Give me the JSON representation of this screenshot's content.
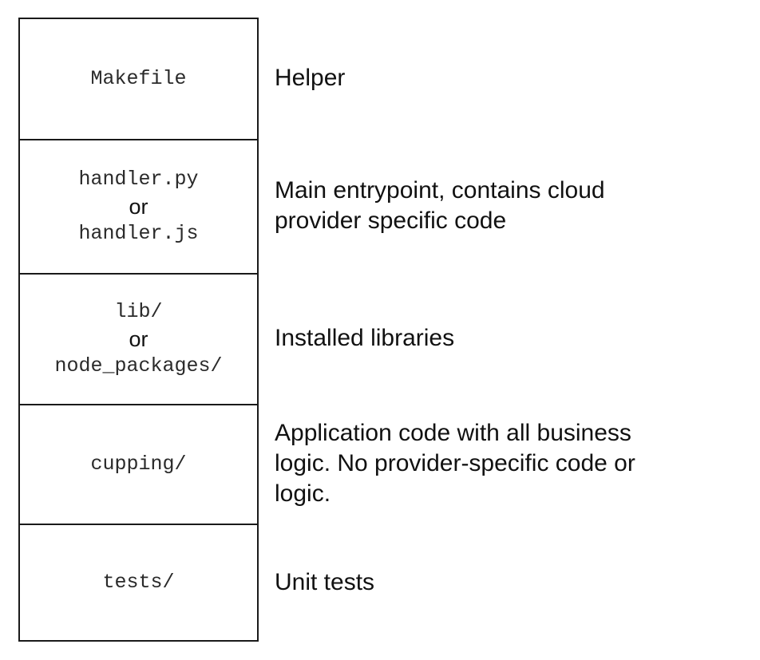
{
  "layers": [
    {
      "lines": [
        "Makefile"
      ],
      "description": [
        "Helper"
      ]
    },
    {
      "lines": [
        "handler.py",
        "or",
        "handler.js"
      ],
      "description": [
        "Main entrypoint, contains cloud",
        "provider specific code"
      ]
    },
    {
      "lines": [
        "lib/",
        "or",
        "node_packages/"
      ],
      "description": [
        "Installed libraries"
      ]
    },
    {
      "lines": [
        "cupping/"
      ],
      "description": [
        "Application code with all business",
        "logic. No provider-specific code or",
        "logic."
      ]
    },
    {
      "lines": [
        "tests/"
      ],
      "description": [
        "Unit tests"
      ]
    }
  ]
}
